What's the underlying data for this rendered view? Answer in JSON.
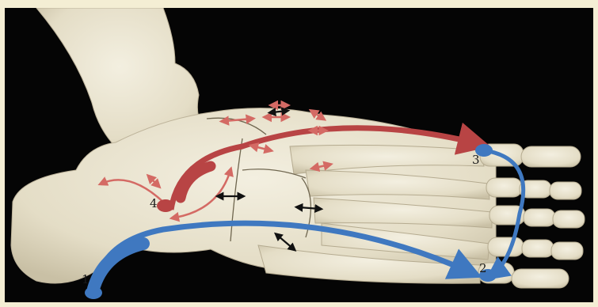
{
  "figure": {
    "background_color": "#050505",
    "frame_color": "#f4eed4",
    "bone_color": "#ebe6d3",
    "arrow_colors": {
      "medial_arch": "#3f78c0",
      "transverse": "#b84444",
      "small_joint_arrows": "#d46a64",
      "joint_arrows": "#111111"
    },
    "labels": {
      "point1": "1",
      "point2": "2",
      "point3": "3",
      "point4": "4"
    }
  }
}
